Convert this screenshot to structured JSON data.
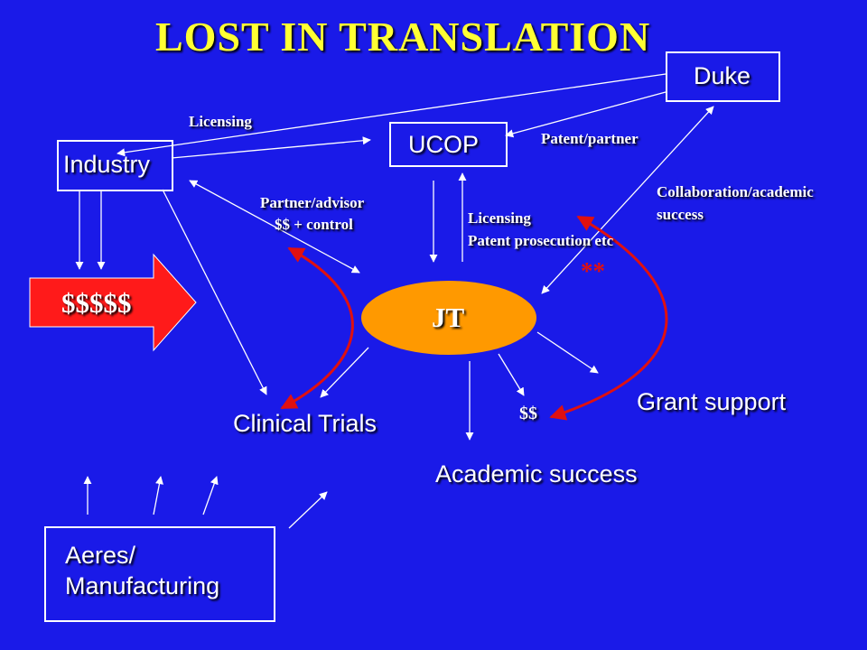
{
  "title": "LOST IN TRANSLATION",
  "nodes": {
    "duke": "Duke",
    "ucop": "UCOP",
    "industry": "Industry",
    "jt": "JT",
    "money": "$$$$$",
    "aeres_line1": "Aeres/",
    "aeres_line2": "Manufacturing"
  },
  "labels": {
    "licensing_top": "Licensing",
    "patent_partner": "Patent/partner",
    "collab_line1": "Collaboration/academic",
    "collab_line2": "success",
    "partner_line1": "Partner/advisor",
    "partner_line2": "$$ + control",
    "licensing_mid": "Licensing",
    "patent_prosecution": "Patent prosecution etc",
    "stars": "**",
    "grant_support": "Grant support",
    "dollars": "$$",
    "clinical_trials": "Clinical Trials",
    "academic_success": "Academic success"
  },
  "colors": {
    "background": "#1a1ae8",
    "title": "#ffff33",
    "lines": "#ffffff",
    "red_arrows": "#e01010",
    "money_arrow": "#ff1a1a",
    "jt_ellipse": "#ff9900"
  }
}
